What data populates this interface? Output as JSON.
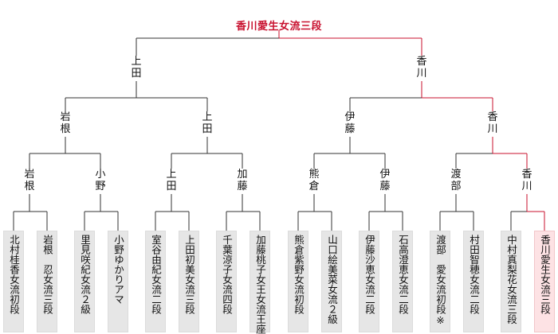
{
  "title": "香川愛生女流三段",
  "colors": {
    "line": "#333333",
    "win": "#c8102e",
    "box": "#e6e6e6",
    "box_win": "#fde2e4"
  },
  "round4": {
    "left": "上田",
    "right": "香川"
  },
  "round3": [
    "岩根",
    "上田",
    "伊藤",
    "香川"
  ],
  "round2": [
    "岩根",
    "小野",
    "上田",
    "加藤",
    "熊倉",
    "伊藤",
    "渡部",
    "香川"
  ],
  "players": [
    "北村桂香女流初段",
    "岩根　忍女流三段",
    "里見咲紀女流２級",
    "小野ゆかりアマ",
    "室谷由紀女流二段",
    "上田初美女流三段",
    "千葉涼子女流四段",
    "加藤桃子女王女流王座",
    "熊倉紫野女流初段",
    "山口絵美菜女流２級",
    "伊藤沙恵女流二段",
    "石高澄恵女流二段",
    "渡部　愛女流初段※",
    "村田智穂女流二段",
    "中村真梨花女流三段",
    "香川愛生女流三段"
  ]
}
